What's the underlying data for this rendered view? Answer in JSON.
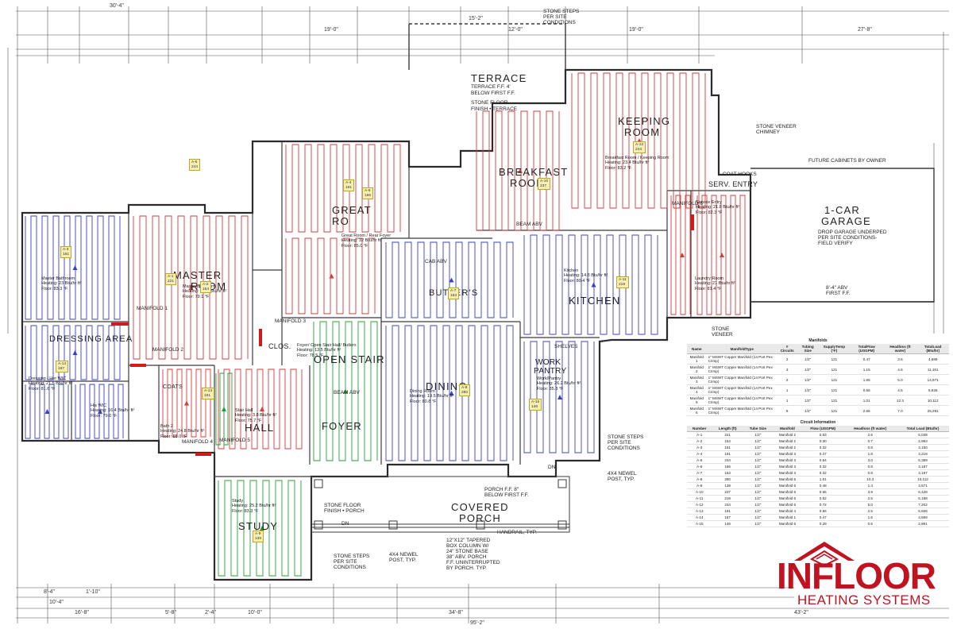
{
  "rooms": {
    "terrace": "TERRACE",
    "terrace_note1": "TERRACE F.F. 4'",
    "terrace_note2": "BELOW FIRST F.F.",
    "terrace_note3": "STONE FLOOR",
    "terrace_note4": "FINISH • TERRACE",
    "keeping": "KEEPING",
    "keeping2": "ROOM",
    "breakfast": "BREAKFAST",
    "breakfast2": "ROOM",
    "great": "GREAT",
    "great2": "RO",
    "master": "MASTER",
    "master2": "ROOM",
    "dressing": "DRESSING AREA",
    "kitchen": "KITCHEN",
    "butler": "BUTLER'S",
    "open_stair": "OPEN STAIR",
    "foyer": "FOYER",
    "dining": "DINING",
    "hall": "HALL",
    "study": "STUDY",
    "covered": "COVERED",
    "porch": "PORCH",
    "garage": "1-CAR",
    "garage2": "GARAGE",
    "entry": "SERV. ENTRY",
    "work": "WORK",
    "pantry": "PANTRY",
    "closet": "CLOS.",
    "coats": "COATS"
  },
  "annotations": {
    "stone_steps_top": "STONE STEPS",
    "stone_steps_top2": "PER SITE",
    "stone_steps_top3": "CONDITIONS",
    "stone_veneer_chimney": "STONE VENEER",
    "chimney": "CHIMNEY",
    "future_cabinets": "FUTURE CABINETS BY OWNER",
    "coat_hooks": "COAT HOOKS",
    "drop_garage": "DROP GARAGE UNDERPED",
    "per_site": "PER SITE CONDITIONS-",
    "field_verify": "FIELD VERIFY",
    "stone_veneer": "STONE",
    "veneer": "VENEER",
    "first_ff1": "8'-4\" ABV",
    "first_ff2": "FIRST F.F.",
    "stone_floor_porch": "STONE FLOOR",
    "finish_porch": "FINISH • PORCH",
    "porch_ff": "PORCH F.F. 8\"",
    "below_first": "BELOW FIRST F.F.",
    "handrail": "HANDRAIL, TYP.",
    "newel1": "4x4 NEWEL",
    "newel2": "POST, TYP.",
    "stone_steps_b1": "STONE STEPS",
    "stone_steps_b2": "PER SITE",
    "stone_steps_b3": "CONDITIONS",
    "tapered1": "12\"x12\" TAPERED",
    "tapered2": "BOX COLUMN W/",
    "tapered3": "24\" STONE BASE",
    "tapered4": "38\" ABV. PORCH",
    "tapered5": "F.F. UNINTERRUPTED",
    "tapered6": "BY PORCH. TYP.",
    "beam_abv": "BEAM ABV",
    "cab_abv": "CAB ABV",
    "shelves": "SHELVES",
    "dn": "DN",
    "manifold1_tag": "Manifold 1",
    "manifold2_tag": "Manifold 2",
    "manifold3_tag": "Manifold 3",
    "manifold4_tag": "Manifold 4",
    "manifold5_tag": "Manifold 5",
    "manifold6_tag": "Manifold 6"
  },
  "room_info": [
    {
      "room": "Breakfast Room / Keeping Room",
      "heating": "Heating: 23.4 Btu/hr ft²",
      "floor": "Floor: 83.2 °F"
    },
    {
      "room": "Great Room / Rear Foyer",
      "heating": "Heating: 32 Btu/hr ft²",
      "floor": "Floor: 85.0 °F"
    },
    {
      "room": "Master Bedroom",
      "heating": "Heating: 16.6 Btu/hr ft²",
      "floor": "Floor: 79.1 °F"
    },
    {
      "room": "Master Bathroom",
      "heating": "Heating: 23 Btu/hr ft²",
      "floor": "Floor: 83.3 °F"
    },
    {
      "room": "Dressing / Her WIC",
      "heating": "Heating: 21.5 Btu/hr ft²",
      "floor": "Floor: 81.6 °F"
    },
    {
      "room": "His WIC",
      "heating": "Heating: 16.4 Btu/hr ft²",
      "floor": "Floor: 79.0 °F"
    },
    {
      "room": "Kitchen",
      "heating": "Heating: 14.8 Btu/hr ft²",
      "floor": "Floor: 80.4 °F"
    },
    {
      "room": "Laundry Room",
      "heating": "Heating: 21 Btu/hr ft²",
      "floor": "Floor: 81.4 °F"
    },
    {
      "room": "Service Entry",
      "heating": "Heating: 21.8 Btu/hr ft²",
      "floor": "Floor: 82.3 °F"
    },
    {
      "room": "Foyer/ Open Stair Hall/ Butlers",
      "heating": "Heating: 13.5 Btu/hr ft²",
      "floor": "Floor: 78.5 °F"
    },
    {
      "room": "Dining Room",
      "heating": "Heating: 19.5 Btu/hr ft²",
      "floor": "Floor: 80.8 °F"
    },
    {
      "room": "Work/Pantry",
      "heating": "Heating: 26.2 Btu/hr ft²",
      "floor": "Floor: 85.3 °F"
    },
    {
      "room": "Stair Hall",
      "heating": "Heating: 3.8 Btu/hr ft²",
      "floor": "Floor: 75.7 °F"
    },
    {
      "room": "Bath 2",
      "heating": "Heating: 24.8 Btu/hr ft²",
      "floor": "Floor: 85.0 °F"
    },
    {
      "room": "Study",
      "heating": "Heating: 25.2 Btu/hr ft²",
      "floor": "Floor: 83.3 °F"
    }
  ],
  "dimensions": {
    "top": [
      "30'-4\"",
      "19'-0\"",
      "15'-2\"",
      "12'-0\"",
      "19'-0\"",
      "27'-8\""
    ],
    "bottom": [
      "8'-4\"",
      "1'-10\"",
      "10'-4\"",
      "16'-8\"",
      "5'-8\"",
      "2'-4\"",
      "10'-0\"",
      "34'-8\"",
      "43'-2\"",
      "95'-2\""
    ]
  },
  "manifolds": {
    "title": "Manifolds",
    "headers": [
      "Name",
      "ManifoldType",
      "# Circuits",
      "Tubing Size",
      "SupplyTemp (°F)",
      "TotalFlow (USGPM)",
      "Headloss (ft water)",
      "TotalLoad (Btu/hr)"
    ],
    "rows": [
      [
        "Manifold 1",
        "1\" MSWT Copper Manifold (14 Port Pex Crimp)",
        "2",
        "1/2\"",
        "121",
        "0.47",
        "3.6",
        "4,689"
      ],
      [
        "Manifold 2",
        "1\" MSWT Copper Manifold (14 Port Pex Crimp)",
        "3",
        "1/2\"",
        "121",
        "1.15",
        "4.6",
        "11,181"
      ],
      [
        "Manifold 3",
        "1\" MSWT Copper Manifold (14 Port Pex Crimp)",
        "2",
        "1/2\"",
        "121",
        "1.65",
        "5.0",
        "14,971"
      ],
      [
        "Manifold 4",
        "1\" MSWT Copper Manifold (14 Port Pex Crimp)",
        "1",
        "1/2\"",
        "121",
        "0.56",
        "4.5",
        "5,826"
      ],
      [
        "Manifold 5",
        "1\" MSWT Copper Manifold (14 Port Pex Crimp)",
        "1",
        "1/2\"",
        "121",
        "1.01",
        "12.3",
        "10,112"
      ],
      [
        "Manifold 6",
        "1\" MSWT Copper Manifold (14 Port Pex Crimp)",
        "5",
        "1/2\"",
        "121",
        "2.66",
        "7.0",
        "25,281"
      ]
    ]
  },
  "circuits": {
    "title": "Circuit Information",
    "headers": [
      "Number",
      "Length (ft)",
      "Tube Size",
      "Manifold",
      "Flow (USGPM)",
      "Headloss (ft water)",
      "Total Load (Btu/hr)"
    ],
    "rows": [
      [
        "A-1",
        "221",
        "1/2\"",
        "Manifold 2",
        "0.53",
        "2.6",
        "5,038"
      ],
      [
        "A-2",
        "154",
        "1/2\"",
        "Manifold 2",
        "0.30",
        "0.7",
        "2,993"
      ],
      [
        "A-3",
        "161",
        "1/2\"",
        "Manifold 2",
        "0.32",
        "0.8",
        "3,150"
      ],
      [
        "A-4",
        "191",
        "1/2\"",
        "Manifold 3",
        "0.47",
        "1.8",
        "3,218"
      ],
      [
        "A-5",
        "244",
        "1/2\"",
        "Manifold 3",
        "0.54",
        "3.0",
        "5,389"
      ],
      [
        "A-6",
        "166",
        "1/2\"",
        "Manifold 3",
        "0.32",
        "0.8",
        "3,187"
      ],
      [
        "A-7",
        "163",
        "1/2\"",
        "Manifold 3",
        "0.32",
        "0.8",
        "3,197"
      ],
      [
        "A-8",
        "280",
        "1/2\"",
        "Manifold 5",
        "1.01",
        "10.3",
        "10,112"
      ],
      [
        "A-9",
        "139",
        "1/2\"",
        "Manifold 6",
        "0.48",
        "1.4",
        "3,571"
      ],
      [
        "A-10",
        "237",
        "1/2\"",
        "Manifold 6",
        "0.65",
        "3.9",
        "6,428"
      ],
      [
        "A-11",
        "219",
        "1/2\"",
        "Manifold 6",
        "0.52",
        "2.5",
        "5,188"
      ],
      [
        "A-12",
        "244",
        "1/2\"",
        "Manifold 6",
        "0.72",
        "5.0",
        "7,202"
      ],
      [
        "A-13",
        "191",
        "1/2\"",
        "Manifold 4",
        "0.56",
        "2.5",
        "5,826"
      ],
      [
        "A-14",
        "167",
        "1/2\"",
        "Manifold 1",
        "0.47",
        "1.6",
        "4,689"
      ],
      [
        "A-15",
        "146",
        "1/2\"",
        "Manifold 6",
        "0.29",
        "0.6",
        "2,891"
      ]
    ]
  },
  "logo": {
    "word": "INFLOOR",
    "sub": "HEATING SYSTEMS",
    "color": "#c1121f"
  },
  "colors": {
    "supply": "#d63b3b",
    "return": "#3a3fc7",
    "green_loop": "#2a9a3a",
    "wall": "#2b2b2b",
    "note_bg": "#f6efb0"
  }
}
